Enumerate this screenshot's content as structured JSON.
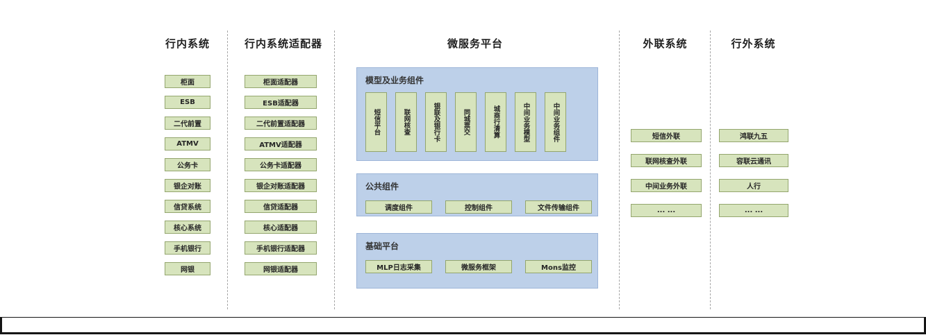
{
  "columns": {
    "internal": {
      "title": "行内系统",
      "items": [
        "柜面",
        "ESB",
        "二代前置",
        "ATMV",
        "公务卡",
        "银企对账",
        "信贷系统",
        "核心系统",
        "手机银行",
        "网银"
      ]
    },
    "adapters": {
      "title": "行内系统适配器",
      "items": [
        "柜面适配器",
        "ESB适配器",
        "二代前置适配器",
        "ATMV适配器",
        "公务卡适配器",
        "银企对账适配器",
        "信贷适配器",
        "核心适配器",
        "手机银行适配器",
        "网银适配器"
      ]
    },
    "platform": {
      "title": "微服务平台",
      "groups": [
        {
          "title": "模型及业务组件",
          "items": [
            "短信平台",
            "联网核查",
            "银联及银行卡",
            "同城票交",
            "城商行清算",
            "中间业务模型",
            "中间业务组件"
          ]
        },
        {
          "title": "公共组件",
          "items": [
            "调度组件",
            "控制组件",
            "文件传输组件"
          ]
        },
        {
          "title": "基础平台",
          "items": [
            "MLP日志采集",
            "微服务框架",
            "Mons监控"
          ]
        }
      ]
    },
    "external_link": {
      "title": "外联系统",
      "items": [
        "短信外联",
        "联网核查外联",
        "中间业务外联",
        "... ..."
      ]
    },
    "external": {
      "title": "行外系统",
      "items": [
        "鸿联九五",
        "容联云通讯",
        "人行",
        "... ..."
      ]
    }
  },
  "colors": {
    "box_fill": "#d7e4bd",
    "box_border": "#93a56d",
    "panel_fill": "#bdd0e9",
    "panel_border": "#9db5d8",
    "divider": "#a6a6a6",
    "frame": "#141414"
  }
}
